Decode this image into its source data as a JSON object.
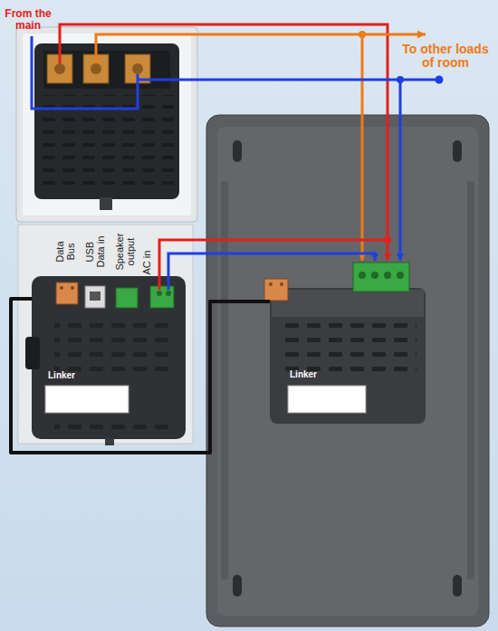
{
  "diagram": {
    "nodes": [
      {
        "text": [
          "Linker"
        ]
      },
      {
        "text": [
          "Linker"
        ]
      }
    ],
    "edges": [
      {
        "from": 0,
        "to": 1,
        "arrow": "none"
      }
    ],
    "labels": [
      "From the main",
      "To other loads of room",
      "Data Bus",
      "USB Data in",
      "Speaker output",
      "AC in"
    ]
  }
}
